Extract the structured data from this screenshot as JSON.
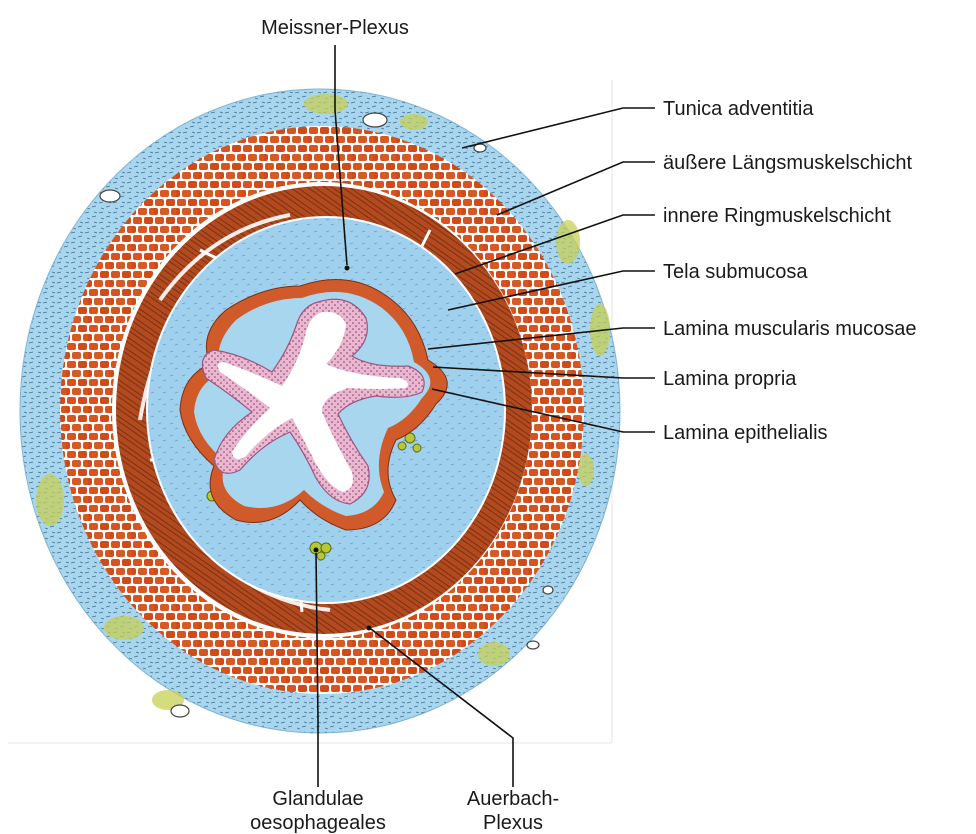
{
  "figure": {
    "labels": {
      "top": "Meissner-Plexus",
      "right": [
        "Tunica adventitia",
        "äußere Längsmuskelschicht",
        "innere Ringmuskelschicht",
        "Tela submucosa",
        "Lamina muscularis mucosae",
        "Lamina propria",
        "Lamina epithelialis"
      ],
      "bottom_left": [
        "Glandulae",
        "oesophageales"
      ],
      "bottom_right": [
        "Auerbach-",
        "Plexus"
      ]
    },
    "colors": {
      "adventitia": "#a9d6ef",
      "muscle": "#d9531f",
      "muscle_dark": "#a8441e",
      "submucosa": "#9fd0ee",
      "epithelium": "#d99bbd",
      "lumen": "#ffffff",
      "glands": "#b6c83a",
      "leader_lines": "#111111"
    }
  }
}
